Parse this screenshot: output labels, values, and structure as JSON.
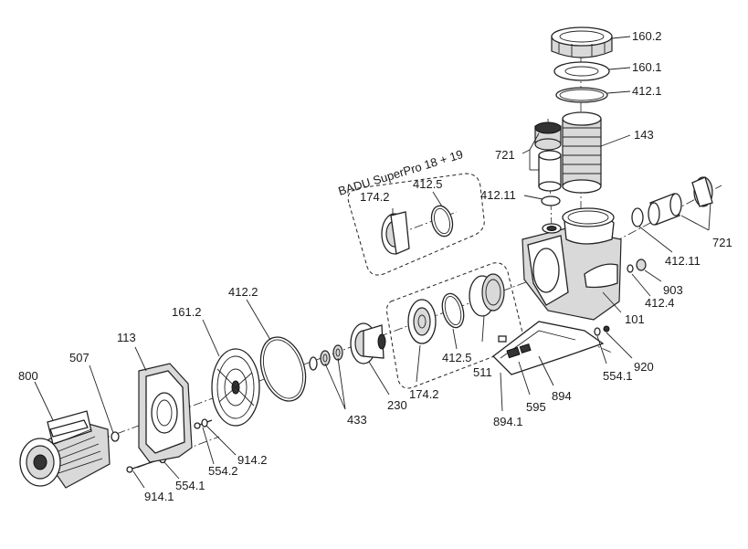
{
  "group_title": "BADU SuperPro 18 + 19",
  "labels": {
    "l800": "800",
    "l507": "507",
    "l113": "113",
    "l161_2": "161.2",
    "l412_2": "412.2",
    "l914_1": "914.1",
    "l554_1a": "554.1",
    "l554_2": "554.2",
    "l914_2": "914.2",
    "l433": "433",
    "l230": "230",
    "l174_2a": "174.2",
    "l412_5a": "412.5",
    "l511": "511",
    "l894_1": "894.1",
    "l595": "595",
    "l894": "894",
    "l554_1b": "554.1",
    "l920": "920",
    "l101": "101",
    "l412_4": "412.4",
    "l903": "903",
    "l412_11a": "412.11",
    "l721a": "721",
    "l412_11b": "412.11",
    "l721b": "721",
    "l143": "143",
    "l412_1": "412.1",
    "l160_1": "160.1",
    "l160_2": "160.2",
    "l174_2b": "174.2",
    "l412_5b": "412.5"
  }
}
